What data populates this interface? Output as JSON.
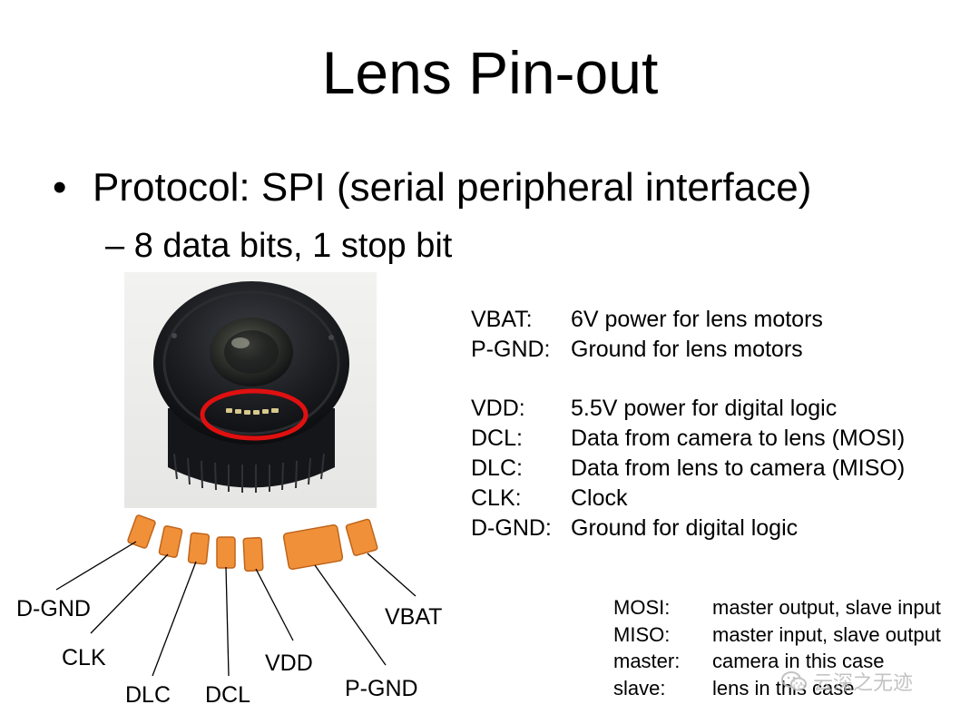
{
  "slide": {
    "title": "Lens Pin-out",
    "bullet": {
      "symbol": "•",
      "text": "Protocol: SPI (serial peripheral interface)"
    },
    "sub_bullet": {
      "text": "– 8 data bits, 1 stop bit"
    },
    "signals": [
      {
        "name": "VBAT:",
        "description": "6V power for lens motors"
      },
      {
        "name": "P-GND:",
        "description": "Ground for lens motors"
      },
      {
        "name": "VDD:",
        "description": "5.5V power for digital logic"
      },
      {
        "name": "DCL:",
        "description": "Data from camera to lens (MOSI)"
      },
      {
        "name": "DLC:",
        "description": "Data from lens to camera (MISO)"
      },
      {
        "name": "CLK:",
        "description": "Clock"
      },
      {
        "name": "D-GND:",
        "description": "Ground for digital logic"
      }
    ],
    "pin_labels": {
      "d_gnd": "D-GND",
      "clk": "CLK",
      "dlc": "DLC",
      "dcl": "DCL",
      "vdd": "VDD",
      "p_gnd": "P-GND",
      "vbat": "VBAT"
    },
    "glossary": [
      {
        "term": "MOSI:",
        "definition": "master output, slave input"
      },
      {
        "term": "MISO:",
        "definition": "master input, slave output"
      },
      {
        "term": "master:",
        "definition": "camera in this case"
      },
      {
        "term": "slave:",
        "definition": "lens in this case"
      }
    ],
    "watermark": "云深之无迹",
    "colors": {
      "pin_fill": "#f0913a",
      "pin_stroke": "#c0641a",
      "highlight_ring": "#e01010",
      "text": "#000000"
    },
    "icons": {
      "watermark_logo": "wechat-icon"
    }
  }
}
